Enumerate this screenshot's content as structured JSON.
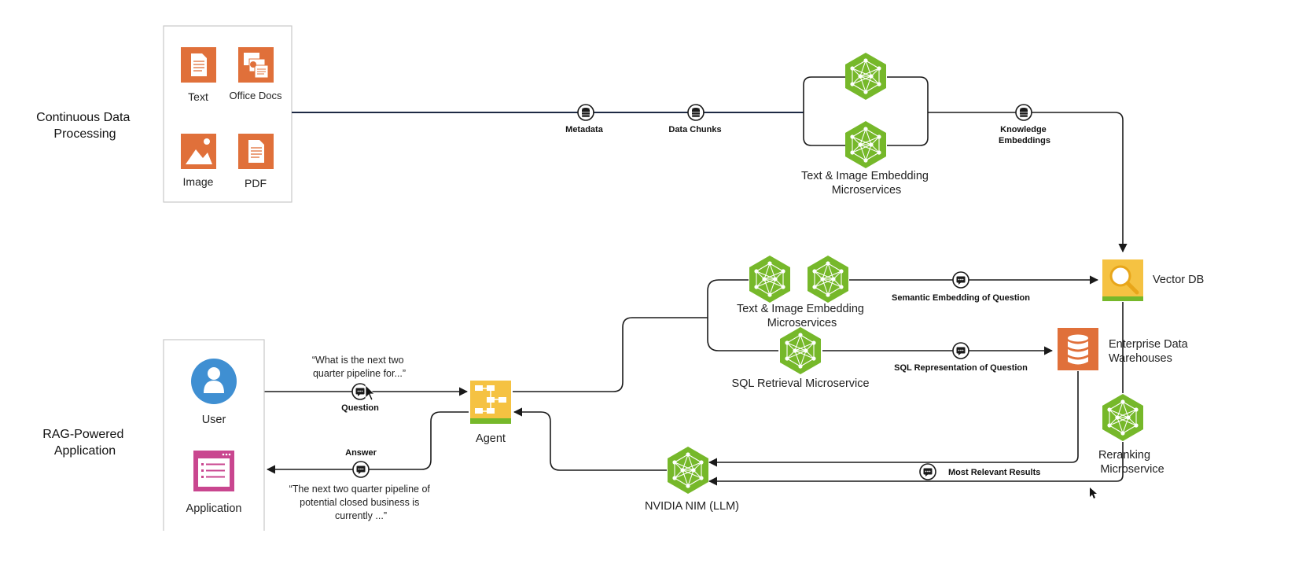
{
  "sections": {
    "processing": [
      "Continuous Data",
      "Processing"
    ],
    "rag": [
      "RAG-Powered",
      "Application"
    ]
  },
  "sources": {
    "text": "Text",
    "office": "Office Docs",
    "image": "Image",
    "pdf": "PDF"
  },
  "edges": {
    "metadata": "Metadata",
    "data_chunks": "Data Chunks",
    "knowledge": [
      "Knowledge",
      "Embeddings"
    ],
    "semantic": "Semantic Embedding of Question",
    "sql": "SQL Representation of Question",
    "results": "Most Relevant Results",
    "question": "Question",
    "answer": "Answer"
  },
  "services": {
    "embed_top": [
      "Text & Image Embedding",
      "Microservices"
    ],
    "embed_mid": [
      "Text & Image Embedding",
      "Microservices"
    ],
    "sql_retrieval": "SQL Retrieval Microservice",
    "reranking": [
      "Reranking",
      "Microservice"
    ],
    "nim": "NVIDIA NIM (LLM)"
  },
  "stores": {
    "vector_db": "Vector DB",
    "warehouse": [
      "Enterprise Data",
      "Warehouses"
    ]
  },
  "actors": {
    "user": "User",
    "application": "Application",
    "agent": "Agent"
  },
  "quotes": {
    "question": [
      "“What is the next two",
      "quarter pipeline for...”"
    ],
    "answer": [
      "“The next two quarter pipeline of",
      "potential closed business is",
      "currently ...”"
    ]
  },
  "colors": {
    "nvidia_green": "#76B82A",
    "source_orange": "#E0703A",
    "vector_yellow": "#F5C242",
    "warehouse_orange": "#E0703A",
    "user_blue": "#3F8FD2",
    "application_pink": "#C9468F"
  },
  "icons": {
    "service": "neural-network-icon",
    "edge_data": "database-icon",
    "edge_message": "chat-bubble-icon",
    "vector_db": "magnifier-icon",
    "warehouse": "database-cylinder-icon",
    "agent": "workflow-icon",
    "user": "person-icon",
    "application": "list-window-icon"
  }
}
